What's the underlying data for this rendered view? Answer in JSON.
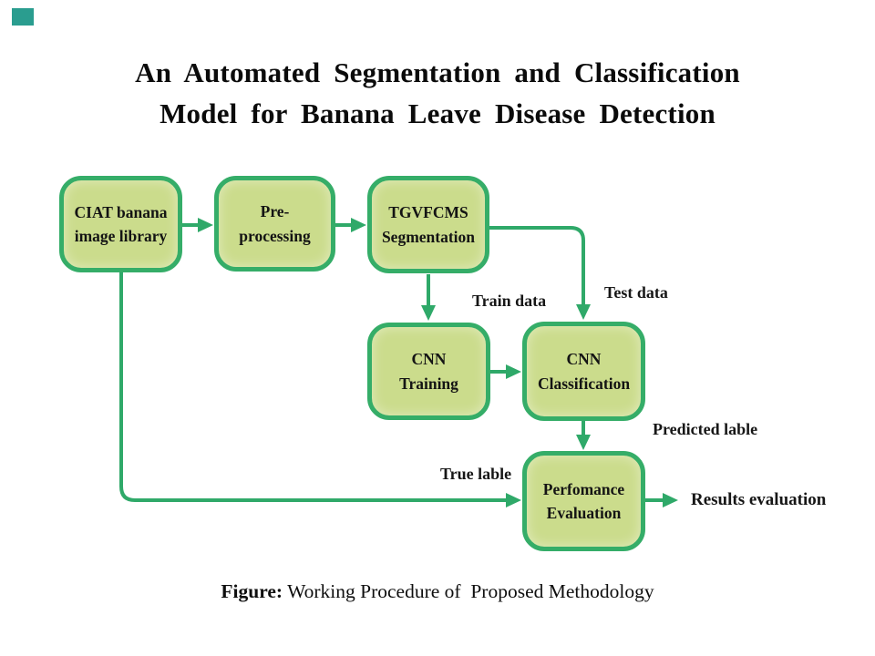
{
  "slide": {
    "title_line1": "An Automated Segmentation and Classification",
    "title_line2": "Model for Banana Leave Disease Detection",
    "caption_prefix": "Figure:",
    "caption_text": " Working Procedure of  Proposed Methodology"
  },
  "nodes": [
    {
      "id": "ciat",
      "label": "CIAT banana image library"
    },
    {
      "id": "preprocessing",
      "label": "Pre-processing"
    },
    {
      "id": "segmentation",
      "label": "TGVFCMS Segmentation"
    },
    {
      "id": "cnn_training",
      "label": "CNN Training"
    },
    {
      "id": "cnn_classification",
      "label": "CNN Classification"
    },
    {
      "id": "performance_evaluation",
      "label": "Perfomance Evaluation"
    }
  ],
  "edge_labels": {
    "train": "Train data",
    "test": "Test data",
    "predicted": "Predicted lable",
    "true_label": "True lable",
    "results": "Results evaluation"
  },
  "colors": {
    "node_fill": "#cbdc8c",
    "node_border": "#35ad68",
    "arrow": "#2fa969",
    "corner_mark": "#2a9d8f",
    "text": "#141414"
  }
}
